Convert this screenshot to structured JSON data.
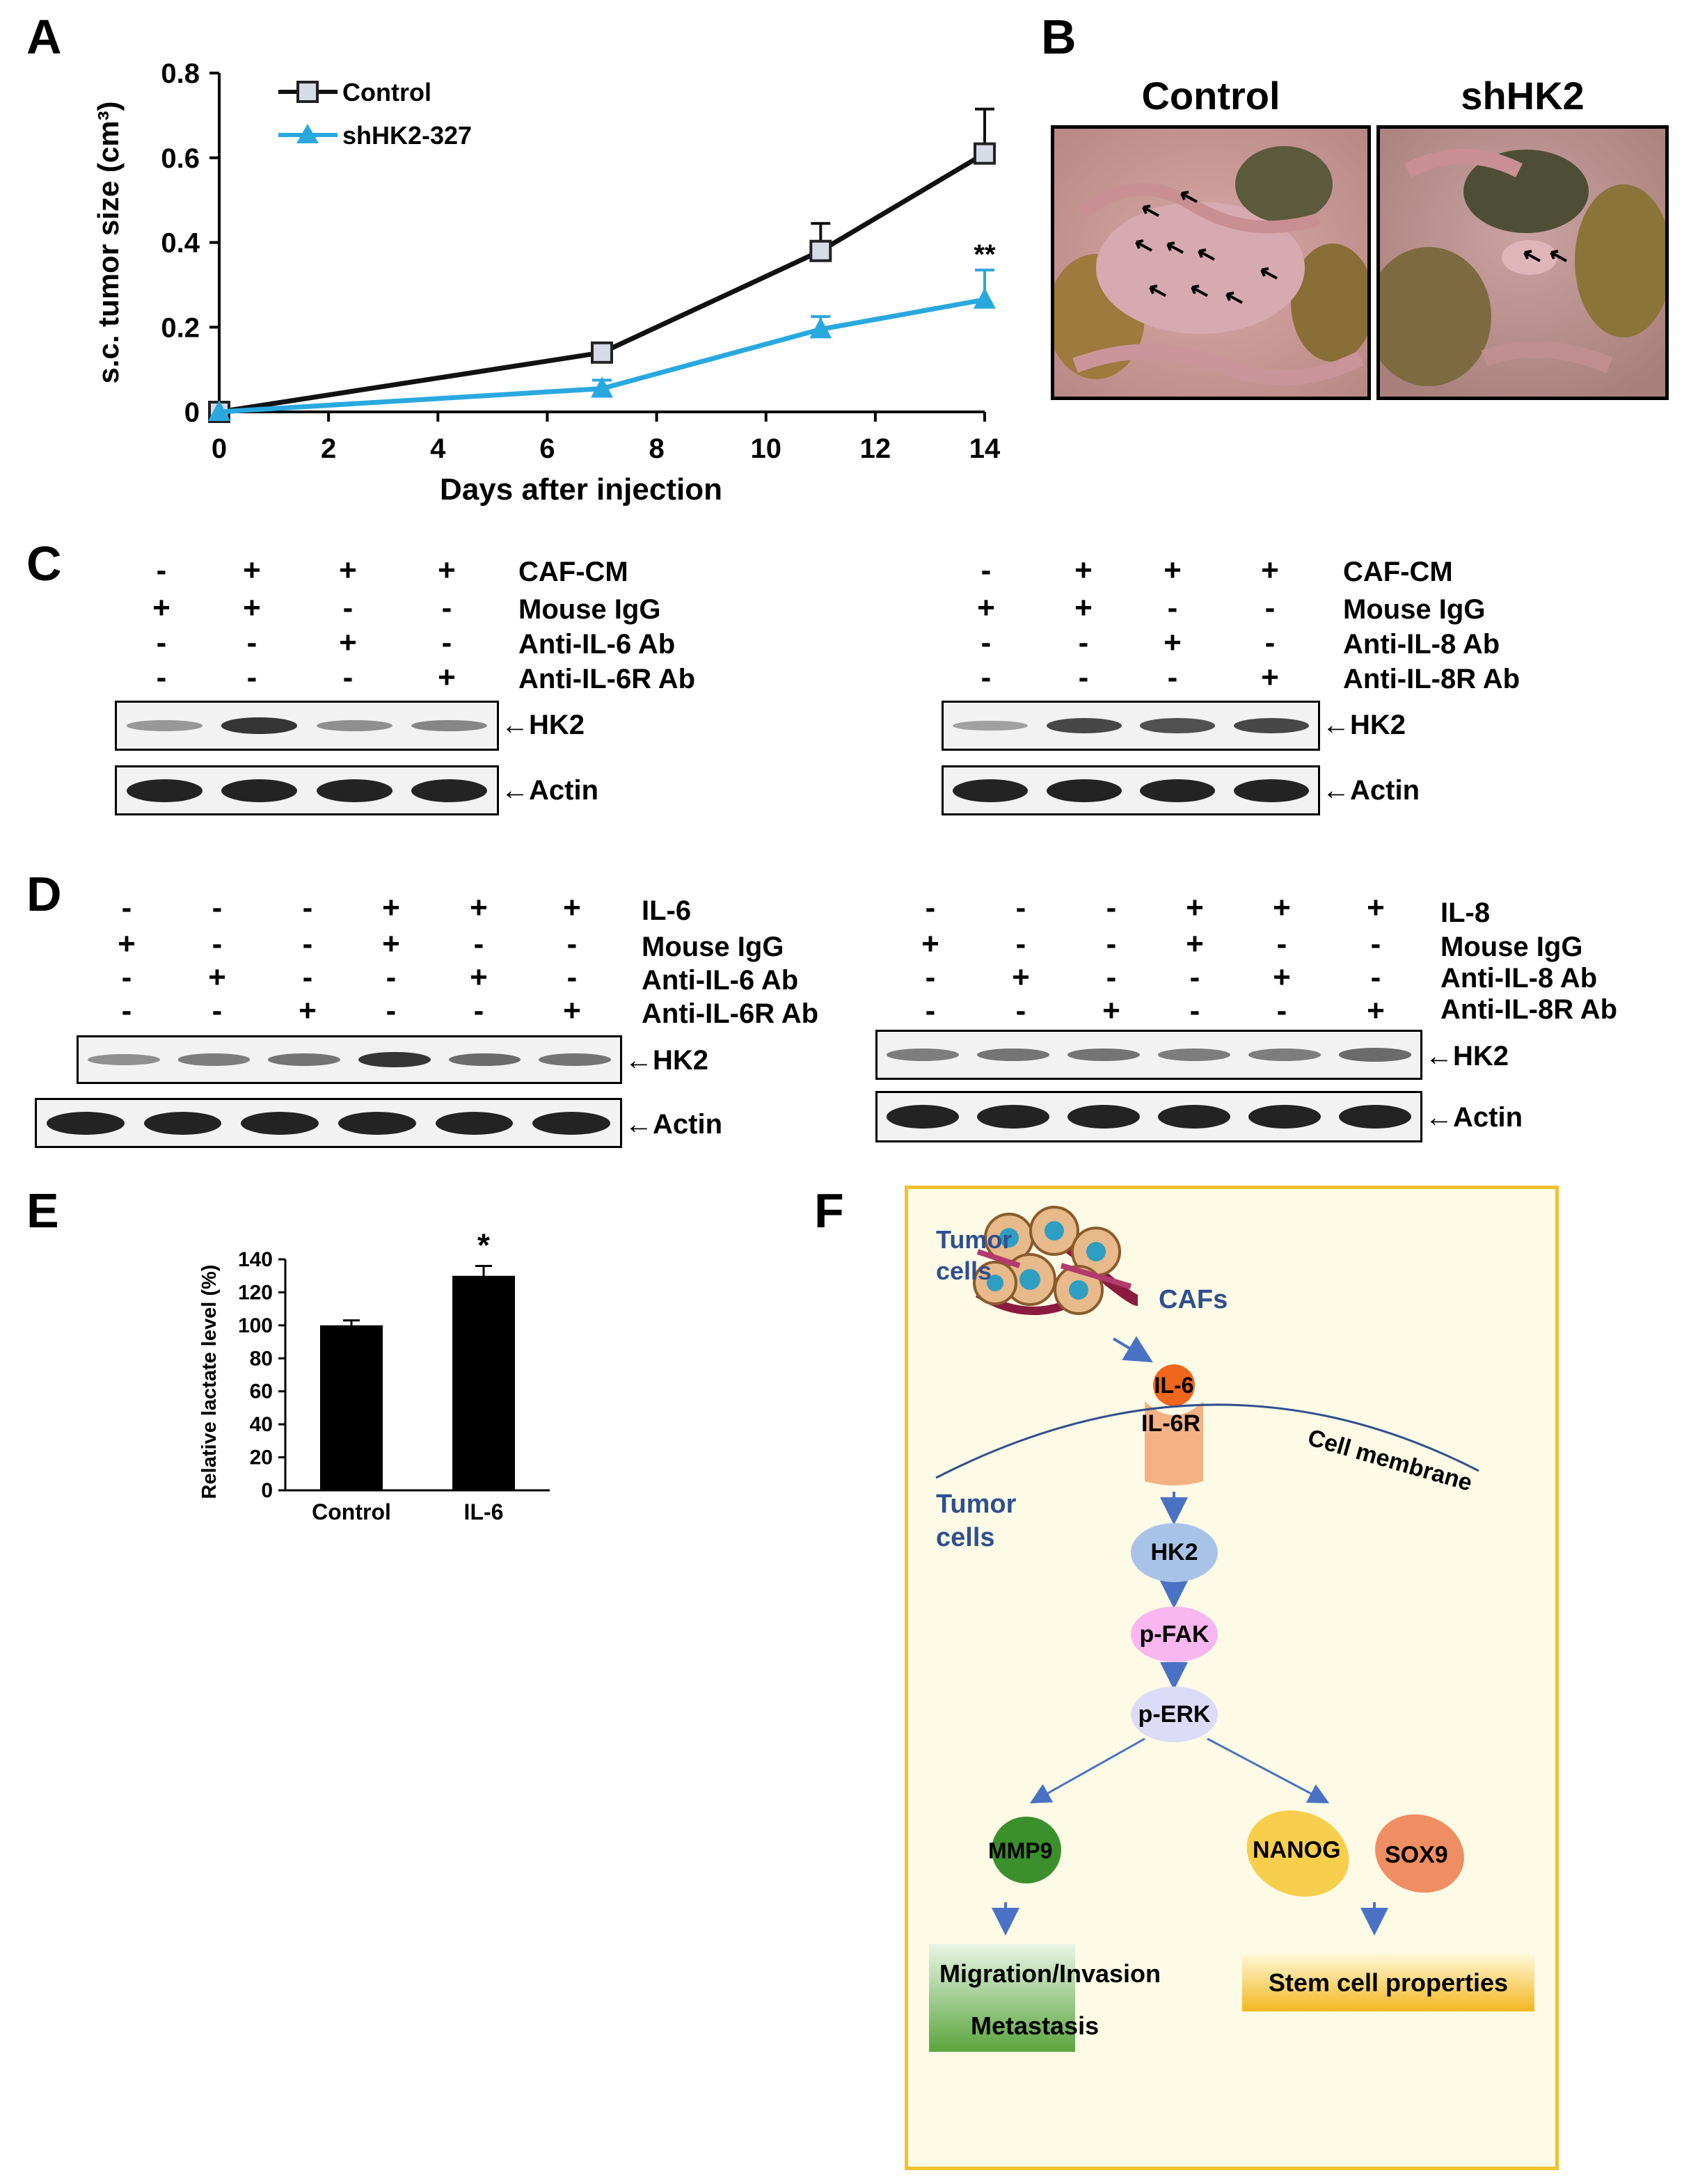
{
  "panels": {
    "a": "A",
    "b": "B",
    "c": "C",
    "d": "D",
    "e": "E",
    "f": "F"
  },
  "chart_data": [
    {
      "type": "line",
      "xlabel": "Days after injection",
      "ylabel": "s.c. tumor size (cm³)",
      "xlim": [
        0,
        14
      ],
      "ylim": [
        0,
        0.8
      ],
      "xticks": [
        "0",
        "2",
        "4",
        "6",
        "8",
        "10",
        "12",
        "14"
      ],
      "yticks": [
        "0",
        "0.2",
        "0.4",
        "0.6",
        "0.8"
      ],
      "legend_position": "top-left",
      "series": [
        {
          "name": "Control",
          "color": "#111111",
          "marker": "square",
          "x": [
            0,
            7,
            11,
            14
          ],
          "y": [
            0,
            0.14,
            0.38,
            0.61
          ],
          "error": [
            0,
            0.01,
            0.065,
            0.105
          ]
        },
        {
          "name": "shHK2-327",
          "color": "#29a8e0",
          "marker": "triangle",
          "x": [
            0,
            7,
            11,
            14
          ],
          "y": [
            0,
            0.055,
            0.195,
            0.265
          ],
          "error": [
            0,
            0.02,
            0.03,
            0.07
          ]
        }
      ],
      "annotations": [
        {
          "text": "**",
          "x": 14,
          "y": 0.34
        }
      ]
    },
    {
      "type": "bar",
      "ylabel": "Relative lactate level (%)",
      "categories": [
        "Control",
        "IL-6"
      ],
      "values": [
        100,
        130
      ],
      "error": [
        3,
        6
      ],
      "ylim": [
        0,
        140
      ],
      "yticks": [
        "0",
        "20",
        "40",
        "60",
        "80",
        "100",
        "120",
        "140"
      ],
      "annotations": [
        {
          "text": "*",
          "category": "IL-6"
        }
      ]
    }
  ],
  "photos": {
    "control": "Control",
    "shhk2": "shHK2"
  },
  "blot_c": {
    "left": {
      "rows": [
        {
          "label": "CAF-CM",
          "signs": [
            "-",
            "+",
            "+",
            "+"
          ]
        },
        {
          "label": "Mouse IgG",
          "signs": [
            "+",
            "+",
            "-",
            "-"
          ]
        },
        {
          "label": "Anti-IL-6 Ab",
          "signs": [
            "-",
            "-",
            "+",
            "-"
          ]
        },
        {
          "label": "Anti-IL-6R Ab",
          "signs": [
            "-",
            "-",
            "-",
            "+"
          ]
        }
      ],
      "hk2_levels": [
        0.25,
        0.8,
        0.3,
        0.35
      ]
    },
    "right": {
      "rows": [
        {
          "label": "CAF-CM",
          "signs": [
            "-",
            "+",
            "+",
            "+"
          ]
        },
        {
          "label": "Mouse IgG",
          "signs": [
            "+",
            "+",
            "-",
            "-"
          ]
        },
        {
          "label": "Anti-IL-8 Ab",
          "signs": [
            "-",
            "-",
            "+",
            "-"
          ]
        },
        {
          "label": "Anti-IL-8R Ab",
          "signs": [
            "-",
            "-",
            "-",
            "+"
          ]
        }
      ],
      "hk2_levels": [
        0.2,
        0.7,
        0.65,
        0.7
      ]
    },
    "hk2": "←HK2",
    "actin": "←Actin"
  },
  "blot_d": {
    "left": {
      "rows": [
        {
          "label": "IL-6",
          "signs": [
            "-",
            "-",
            "-",
            "+",
            "+",
            "+"
          ]
        },
        {
          "label": "Mouse IgG",
          "signs": [
            "+",
            "-",
            "-",
            "+",
            "-",
            "-"
          ]
        },
        {
          "label": "Anti-IL-6 Ab",
          "signs": [
            "-",
            "+",
            "-",
            "-",
            "+",
            "-"
          ]
        },
        {
          "label": "Anti-IL-6R Ab",
          "signs": [
            "-",
            "-",
            "+",
            "-",
            "-",
            "+"
          ]
        }
      ],
      "hk2_levels": [
        0.3,
        0.4,
        0.45,
        0.8,
        0.5,
        0.45
      ]
    },
    "right": {
      "rows": [
        {
          "label": "IL-8",
          "signs": [
            "-",
            "-",
            "-",
            "+",
            "+",
            "+"
          ]
        },
        {
          "label": "Mouse IgG",
          "signs": [
            "+",
            "-",
            "-",
            "+",
            "-",
            "-"
          ]
        },
        {
          "label": "Anti-IL-8 Ab",
          "signs": [
            "-",
            "+",
            "-",
            "-",
            "+",
            "-"
          ]
        },
        {
          "label": "Anti-IL-8R Ab",
          "signs": [
            "-",
            "-",
            "+",
            "-",
            "-",
            "+"
          ]
        }
      ],
      "hk2_levels": [
        0.4,
        0.45,
        0.45,
        0.4,
        0.4,
        0.5
      ]
    },
    "hk2": "←HK2",
    "actin": "←Actin"
  },
  "schematic": {
    "tumor_cells_top": "Tumor cells",
    "cafs": "CAFs",
    "il6": "IL-6",
    "il6r": "IL-6R",
    "membrane": "Cell membrane",
    "tumor_cells_inner": "Tumor cells",
    "hk2": "HK2",
    "pfak": "p-FAK",
    "perk": "p-ERK",
    "mmp9": "MMP9",
    "nanog": "NANOG",
    "sox9": "SOX9",
    "migration": "Migration/Invasion",
    "metastasis": "Metastasis",
    "stem": "Stem cell properties",
    "colors": {
      "panel_bg": "#fdfbe6",
      "panel_border": "#f2c12e",
      "arrow": "#4a72c4"
    }
  }
}
